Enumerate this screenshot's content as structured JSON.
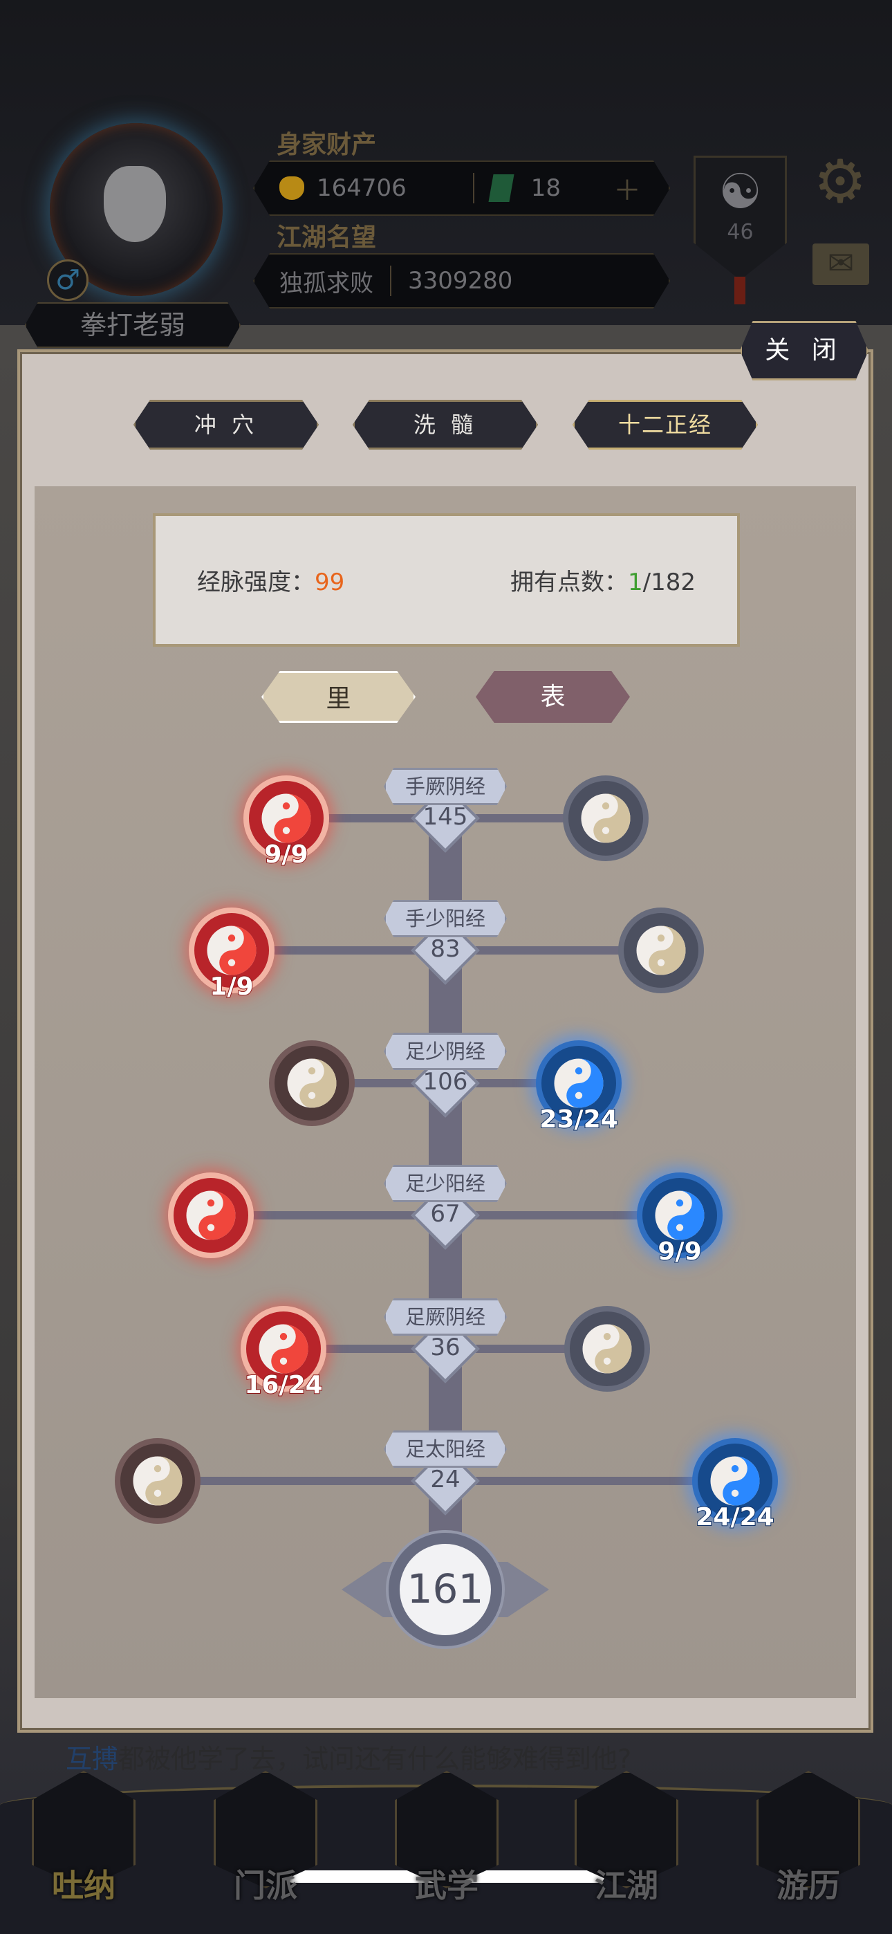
{
  "header": {
    "player_title": "拳打老弱",
    "gender_icon": "male-icon",
    "wealth_label": "身家财产",
    "gold": "164706",
    "jade": "18",
    "fame_label": "江湖名望",
    "fame_title": "独孤求败",
    "fame_value": "3309280",
    "level": "46"
  },
  "panel": {
    "close_label": "关 闭",
    "tabs": [
      {
        "label": "冲 穴"
      },
      {
        "label": "洗 髓"
      },
      {
        "label": "十二正经",
        "active": true
      }
    ],
    "stats": {
      "strength_label": "经脉强度：",
      "strength_value": "99",
      "points_label": "拥有点数：",
      "points_owned": "1",
      "points_total": "/182"
    },
    "sides": {
      "inner": "里",
      "outer": "表"
    },
    "meridians": [
      {
        "name": "手厥阴经",
        "value": "145",
        "left": {
          "state": "red",
          "count": "9/9"
        },
        "right": {
          "state": "gray",
          "count": ""
        }
      },
      {
        "name": "手少阳经",
        "value": "83",
        "left": {
          "state": "red",
          "count": "1/9"
        },
        "right": {
          "state": "gray",
          "count": ""
        }
      },
      {
        "name": "足少阴经",
        "value": "106",
        "left": {
          "state": "brown",
          "count": ""
        },
        "right": {
          "state": "blue",
          "count": "23/24"
        }
      },
      {
        "name": "足少阳经",
        "value": "67",
        "left": {
          "state": "red",
          "count": ""
        },
        "right": {
          "state": "blue",
          "count": "9/9"
        }
      },
      {
        "name": "足厥阴经",
        "value": "36",
        "left": {
          "state": "red",
          "count": "16/24"
        },
        "right": {
          "state": "gray",
          "count": ""
        }
      },
      {
        "name": "足太阳经",
        "value": "24",
        "left": {
          "state": "brown",
          "count": ""
        },
        "right": {
          "state": "blue",
          "count": "24/24"
        }
      }
    ],
    "total": "161"
  },
  "story": {
    "highlight": "互搏",
    "text": "都被他学了去，试问还有什么能够难得到他?"
  },
  "nav": [
    {
      "label": "吐纳",
      "active": true
    },
    {
      "label": "门派"
    },
    {
      "label": "武学"
    },
    {
      "label": "江湖"
    },
    {
      "label": "游历"
    }
  ],
  "colors": {
    "red_node": "#f0463c",
    "blue_node": "#2a88ff",
    "accent_gold": "#b6a27a"
  }
}
